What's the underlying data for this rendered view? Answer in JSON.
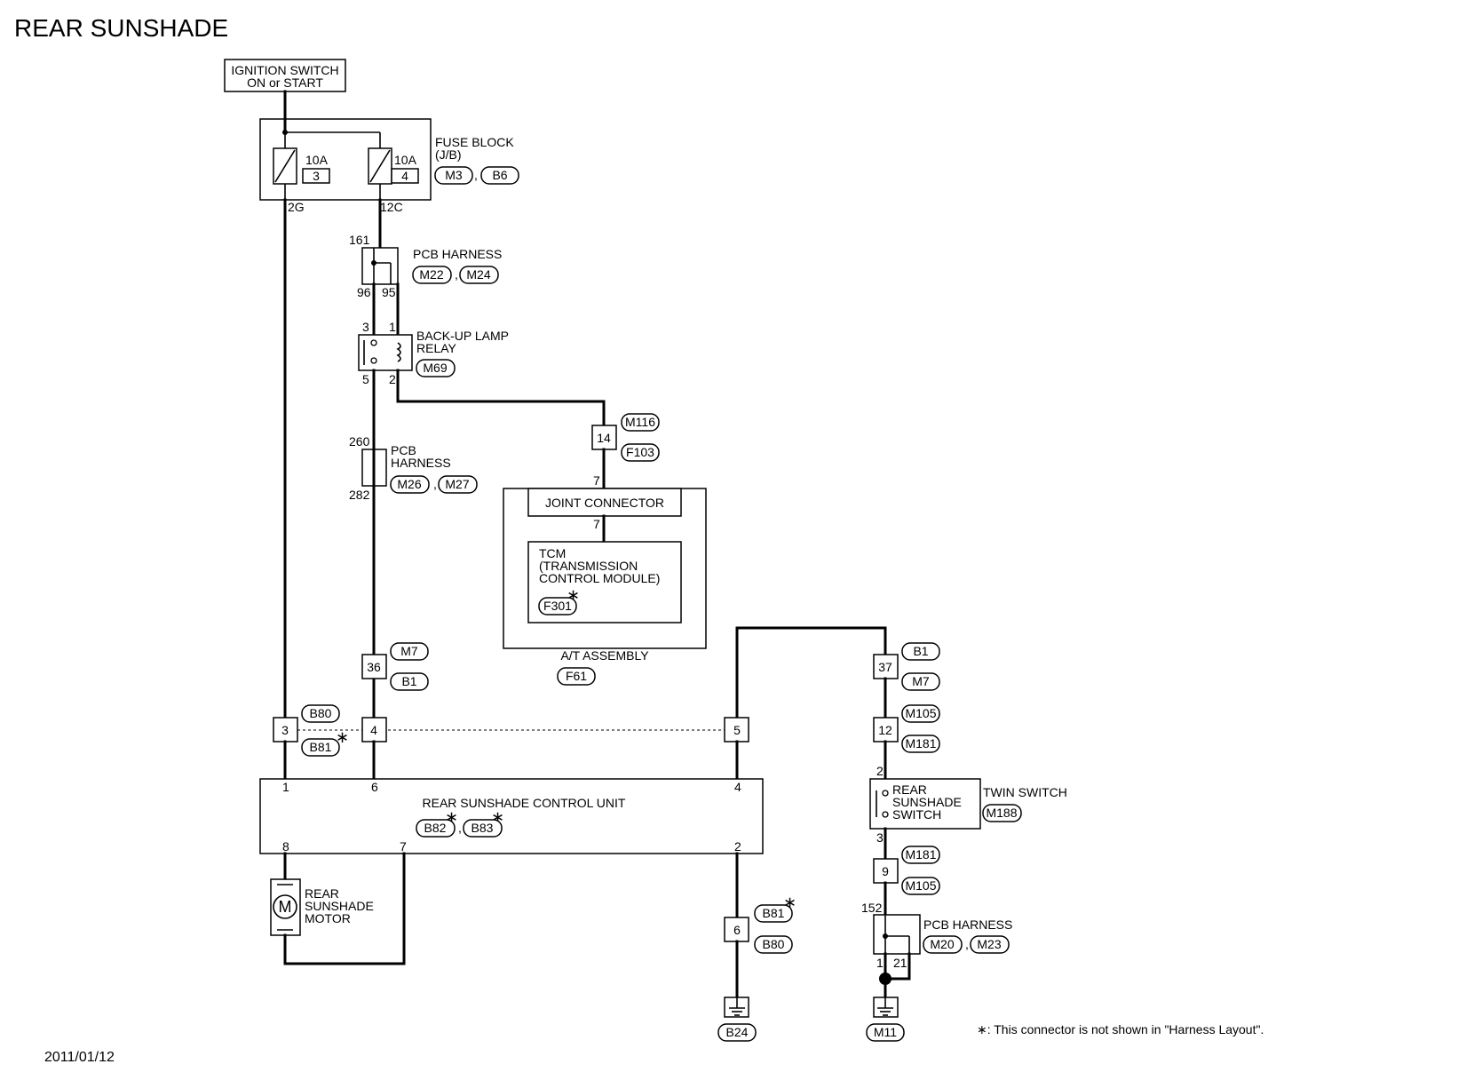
{
  "title": "REAR SUNSHADE",
  "date": "2011/01/12",
  "footnote": "∗: This connector is not shown in \"Harness Layout\".",
  "asterisk": "∗",
  "ignition": {
    "line1": "IGNITION SWITCH",
    "line2": "ON or START"
  },
  "fuse_block": {
    "label1": "FUSE BLOCK",
    "label2": "(J/B)",
    "conn_a": "M3",
    "conn_b": "B6",
    "fuse_left": {
      "amp": "10A",
      "num": "3",
      "term": "2G"
    },
    "fuse_right": {
      "amp": "10A",
      "num": "4",
      "term": "12C"
    }
  },
  "pcb_harness_1": {
    "label": "PCB HARNESS",
    "conn_a": "M22",
    "conn_b": "M24",
    "pin_top": "161",
    "pin_l": "96",
    "pin_r": "95"
  },
  "relay": {
    "line1": "BACK-UP LAMP",
    "line2": "RELAY",
    "conn": "M69",
    "pin3": "3",
    "pin1": "1",
    "pin5": "5",
    "pin2": "2"
  },
  "conn_14": {
    "pin": "14",
    "conn_a": "M116",
    "conn_b": "F103",
    "pin_below": "7"
  },
  "pcb_harness_2": {
    "line1": "PCB",
    "line2": "HARNESS",
    "conn_a": "M26",
    "conn_b": "M27",
    "pin_top": "260",
    "pin_bottom": "282"
  },
  "joint_connector": {
    "label": "JOINT CONNECTOR",
    "pin": "7"
  },
  "tcm": {
    "line1": "TCM",
    "line2": "(TRANSMISSION",
    "line3": "CONTROL MODULE)",
    "conn": "F301"
  },
  "at_assembly": {
    "label": "A/T ASSEMBLY",
    "conn": "F61"
  },
  "conn_36": {
    "pin": "36",
    "conn_a": "M7",
    "conn_b": "B1"
  },
  "conn_37": {
    "pin": "37",
    "conn_a": "B1",
    "conn_b": "M7"
  },
  "conn_b80": {
    "conn_a": "B80",
    "conn_b": "B81",
    "pins": [
      "3",
      "4",
      "5"
    ]
  },
  "conn_12": {
    "pin": "12",
    "conn_a": "M105",
    "conn_b": "M181"
  },
  "control_unit": {
    "label": "REAR SUNSHADE CONTROL UNIT",
    "conn_a": "B82",
    "conn_b": "B83",
    "pin1": "1",
    "pin6": "6",
    "pin4": "4",
    "pin8": "8",
    "pin7": "7",
    "pin2": "2"
  },
  "twin_switch": {
    "label": "TWIN SWITCH",
    "conn": "M188",
    "sw1": "REAR",
    "sw2": "SUNSHADE",
    "sw3": "SWITCH",
    "pin_top": "2",
    "pin_bottom": "3"
  },
  "motor": {
    "line1": "REAR",
    "line2": "SUNSHADE",
    "line3": "MOTOR",
    "symbol": "M"
  },
  "conn_6": {
    "pin": "6",
    "conn_a": "B81",
    "conn_b": "B80"
  },
  "conn_9": {
    "pin": "9",
    "conn_a": "M181",
    "conn_b": "M105"
  },
  "pcb_harness_3": {
    "label": "PCB HARNESS",
    "conn_a": "M20",
    "conn_b": "M23",
    "pin_top": "152",
    "pin_l": "1",
    "pin_r": "21"
  },
  "grounds": {
    "left": "B24",
    "right": "M11"
  }
}
